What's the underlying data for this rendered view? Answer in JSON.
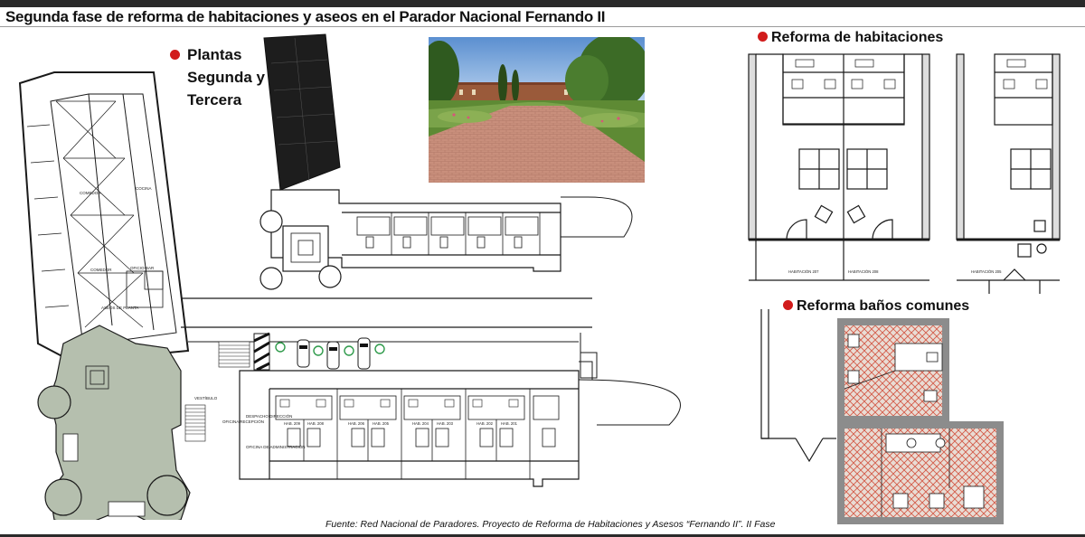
{
  "title": "Segunda fase de reforma de habitaciones y aseos en el Parador Nacional Fernando II",
  "headings": {
    "plantas": [
      "Plantas",
      "Segunda y",
      "Tercera"
    ],
    "reforma_habitaciones": "Reforma de habitaciones",
    "reforma_banos": "Reforma baños comunes"
  },
  "source": "Fuente: Red Nacional de Paradores. Proyecto de Reforma de Habitaciones y Asesos “Fernando II”. II Fase",
  "colors": {
    "accent_dot": "#d11b1b",
    "plan_green": "#b5bfae",
    "tile_red": "#d45a48",
    "grass_green": "#5e8a34"
  },
  "plan_labels": {
    "comedor": "COMEDOR",
    "cocina": "COCINA",
    "comedor_2": "COMEDOR",
    "oficio_bar": "OFICIO-BAR",
    "aseos_planta": "ASEOS DE PLANTA",
    "vestibulo": "VESTÍBULO",
    "oficina_recepcion": "OFICINA RECEPCIÓN",
    "despacho_direccion": "DESPACHO DIRECCIÓN",
    "oficina_administracion": "OFICINA DE ADMINISTRACIÓN",
    "hab_labels": [
      "HAB. 209",
      "HAB. 208",
      "HAB. 206",
      "HAB. 205",
      "HAB. 204",
      "HAB. 203",
      "HAB. 202",
      "HAB. 201"
    ],
    "habitacion_207": "HABITACIÓN 207",
    "habitacion_208": "HABITACIÓN 208",
    "habitacion_205": "HABITACIÓN 205"
  }
}
